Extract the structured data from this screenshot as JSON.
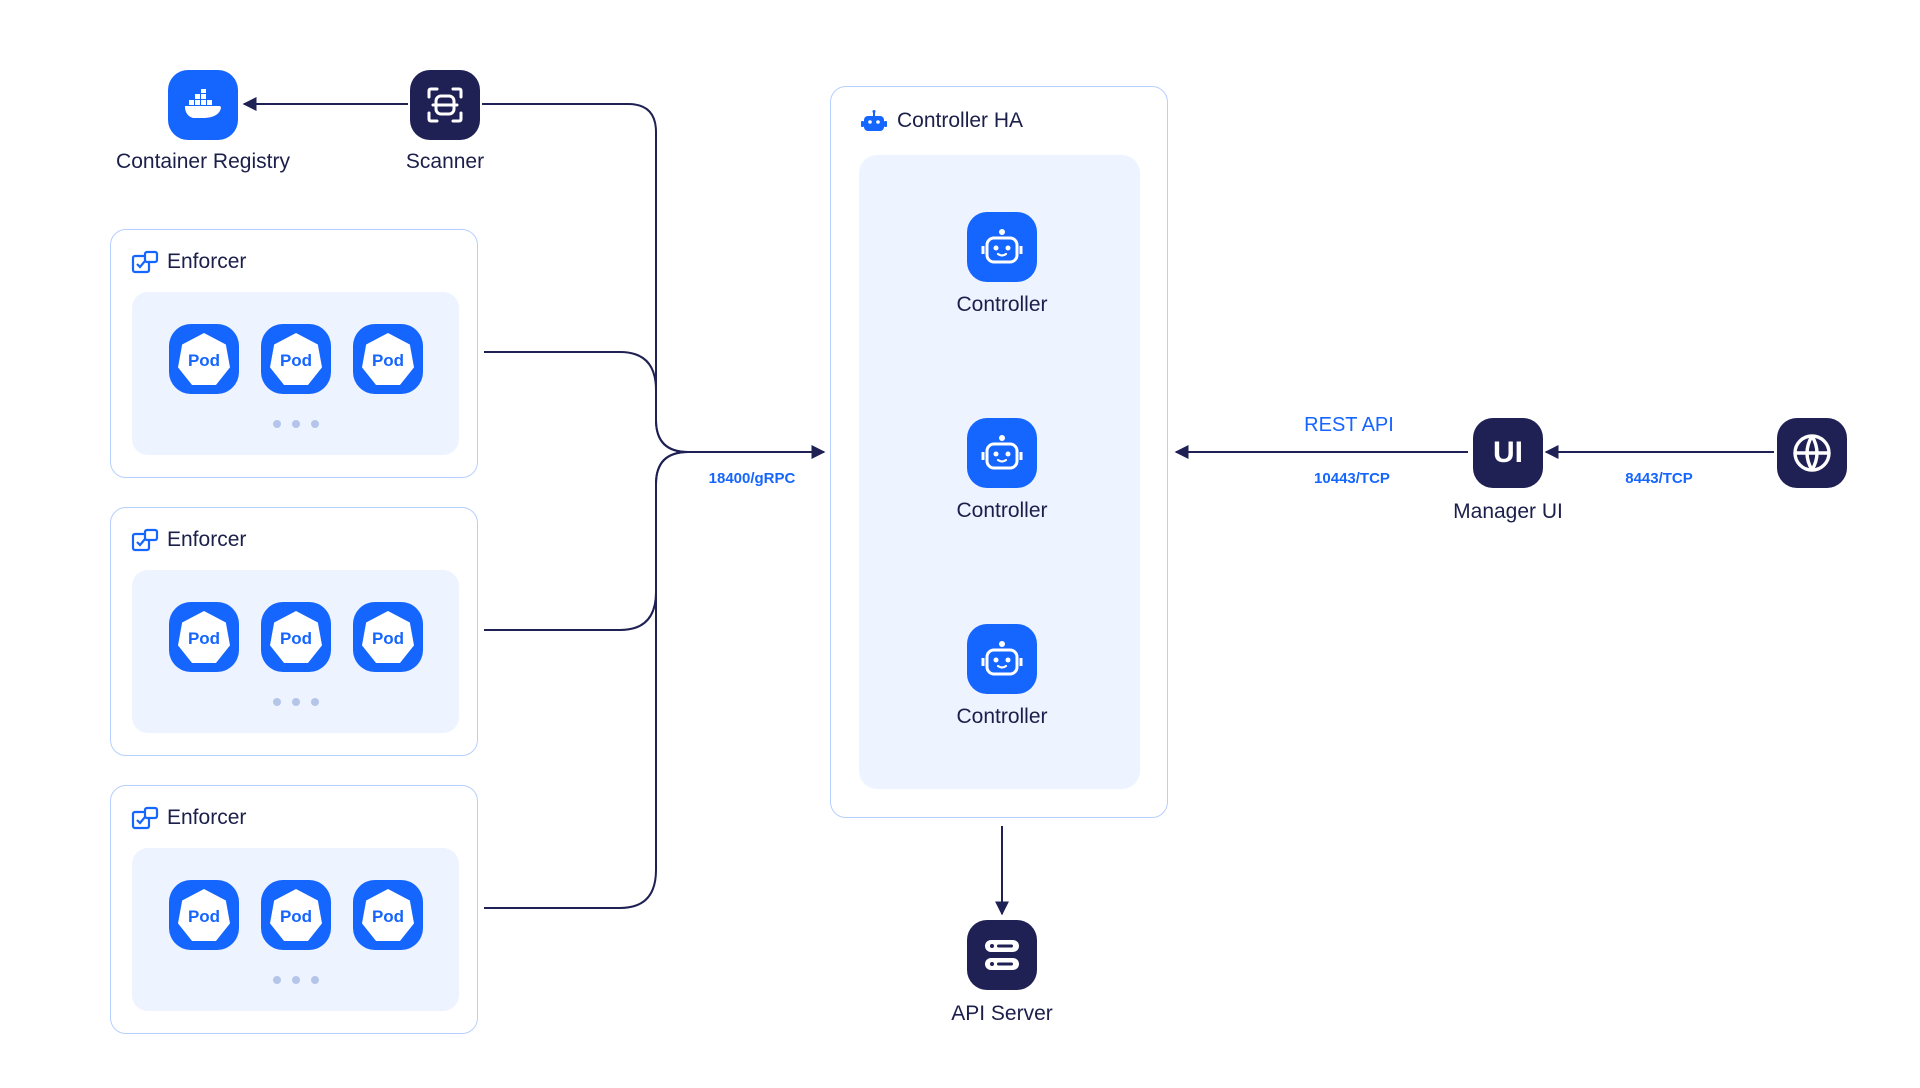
{
  "registry": {
    "label": "Container Registry",
    "icon": "docker-icon"
  },
  "scanner": {
    "label": "Scanner",
    "icon": "scan-icon"
  },
  "enforcers": [
    {
      "title": "Enforcer",
      "pods": [
        "Pod",
        "Pod",
        "Pod"
      ]
    },
    {
      "title": "Enforcer",
      "pods": [
        "Pod",
        "Pod",
        "Pod"
      ]
    },
    {
      "title": "Enforcer",
      "pods": [
        "Pod",
        "Pod",
        "Pod"
      ]
    }
  ],
  "grpc_port": "18400/gRPC",
  "controller_ha": {
    "title": "Controller HA",
    "controllers": [
      "Controller",
      "Controller",
      "Controller"
    ]
  },
  "api_server": {
    "label": "API Server",
    "icon": "server-icon"
  },
  "rest_api": {
    "label": "REST API",
    "port": "10443/TCP"
  },
  "manager_ui": {
    "label": "Manager UI",
    "badge": "UI"
  },
  "web_port": "8443/TCP",
  "colors": {
    "blue": "#1565ff",
    "navy": "#1f2054",
    "border": "#b7cfff",
    "panel": "#edf3ff"
  }
}
